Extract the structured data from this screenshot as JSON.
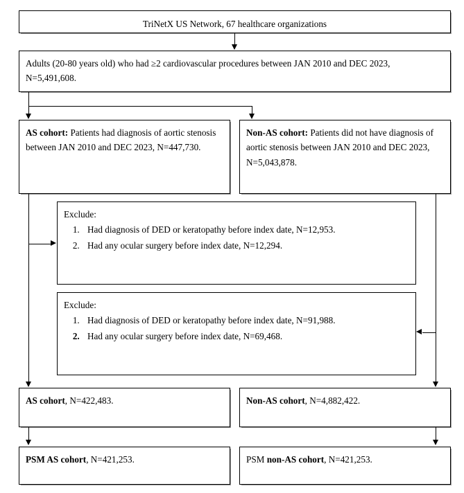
{
  "figure": {
    "type": "flowchart",
    "title": "Study cohort selection flow diagram"
  },
  "nodes": {
    "source": {
      "text": "TriNetX US Network, 67 healthcare organizations"
    },
    "eligible": {
      "line1": "Adults (20-80 years old) who had ≥2 cardiovascular procedures between JAN 2010 and DEC 2023,",
      "line2": "N=5,491,608."
    },
    "as_cohort": {
      "label": "AS cohort:",
      "text": " Patients had diagnosis of aortic stenosis between JAN 2010 and DEC 2023, N=447,730."
    },
    "non_as_cohort": {
      "label": "Non-AS cohort:",
      "text": " Patients did not have diagnosis of aortic stenosis between JAN 2010 and DEC 2023, N=5,043,878."
    },
    "exclude_as": {
      "title": "Exclude:",
      "items": [
        "Had diagnosis of DED or keratopathy before index date, N=12,953.",
        "Had any ocular surgery before index date, N=12,294."
      ]
    },
    "exclude_non_as": {
      "title": "Exclude:",
      "items": [
        "Had diagnosis of DED or keratopathy before index date, N=91,988.",
        "Had any ocular surgery before index date, N=69,468."
      ]
    },
    "as_result": {
      "label": "AS cohort",
      "text": ", N=422,483."
    },
    "non_as_result": {
      "label": "Non-AS cohort",
      "text": ", N=4,882,422."
    },
    "psm_as": {
      "label": "PSM AS cohort",
      "text": ", N=421,253."
    },
    "psm_non_as": {
      "prefix": "PSM ",
      "label": "non-AS cohort",
      "text": ", N=421,253."
    }
  },
  "colors": {
    "line": "#000000",
    "box_border": "#000000",
    "background": "#ffffff",
    "shadow": "#9a9a9a"
  }
}
